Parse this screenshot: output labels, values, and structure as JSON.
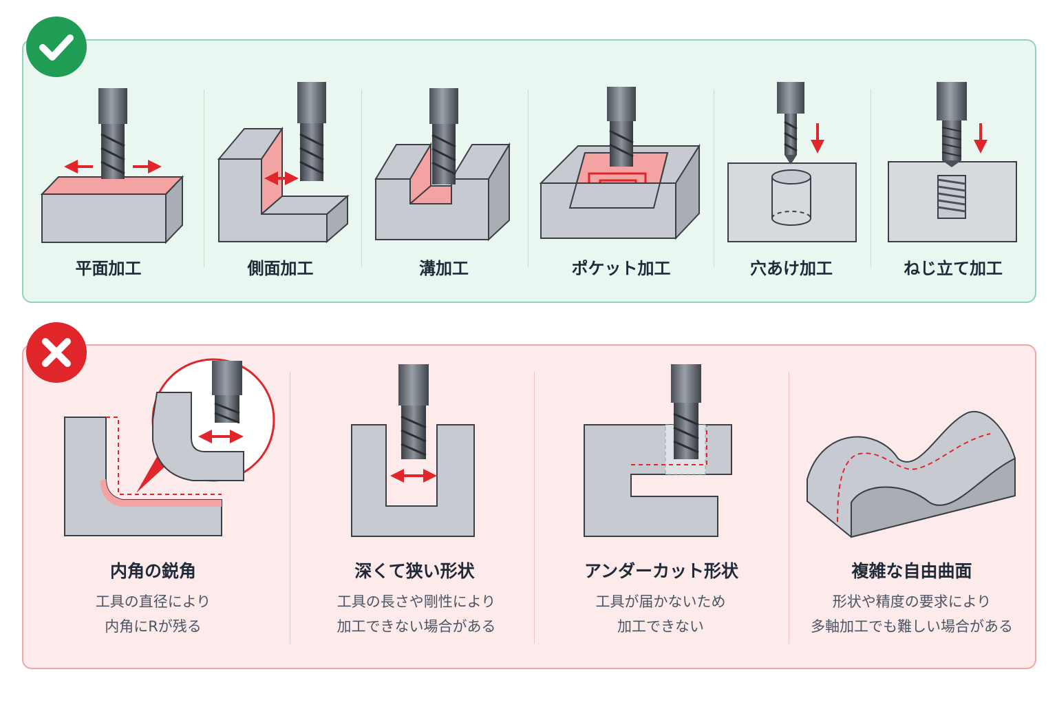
{
  "good": {
    "badge_icon": "check-icon",
    "accent": "#1f9d55",
    "items": [
      {
        "label": "平面加工"
      },
      {
        "label": "側面加工"
      },
      {
        "label": "溝加工"
      },
      {
        "label": "ポケット加工"
      },
      {
        "label": "穴あけ加工"
      },
      {
        "label": "ねじ立て加工"
      }
    ]
  },
  "bad": {
    "badge_icon": "cross-icon",
    "accent": "#e0262b",
    "items": [
      {
        "title": "内角の鋭角",
        "line1": "工具の直径により",
        "line2": "内角にRが残る"
      },
      {
        "title": "深くて狭い形状",
        "line1": "工具の長さや剛性により",
        "line2": "加工できない場合がある"
      },
      {
        "title": "アンダーカット形状",
        "line1": "工具が届かないため",
        "line2": "加工できない"
      },
      {
        "title": "複雑な自由曲面",
        "line1": "形状や精度の要求により",
        "line2": "多軸加工でも難しい場合がある"
      }
    ]
  }
}
